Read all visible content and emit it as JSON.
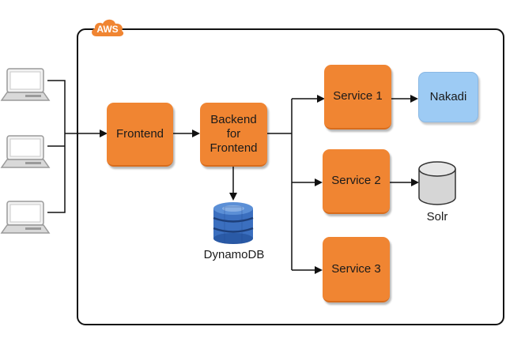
{
  "cloud": {
    "badge_label": "AWS",
    "badge_color": "#f08532",
    "frame_color": "#111111"
  },
  "clients": [
    {
      "icon": "laptop-icon"
    },
    {
      "icon": "laptop-icon"
    },
    {
      "icon": "laptop-icon"
    }
  ],
  "nodes": {
    "frontend": {
      "label": "Frontend",
      "color": "#f08532"
    },
    "bff": {
      "label_lines": [
        "Backend",
        "for",
        "Frontend"
      ],
      "color": "#f08532"
    },
    "dynamodb": {
      "label": "DynamoDB",
      "icon": "dynamodb-icon"
    },
    "service1": {
      "label": "Service 1",
      "color": "#f08532"
    },
    "service2": {
      "label": "Service 2",
      "color": "#f08532"
    },
    "service3": {
      "label": "Service 3",
      "color": "#f08532"
    },
    "nakadi": {
      "label": "Nakadi",
      "color": "#9dcbf4"
    },
    "solr": {
      "label": "Solr",
      "icon": "database-cylinder-icon"
    }
  }
}
